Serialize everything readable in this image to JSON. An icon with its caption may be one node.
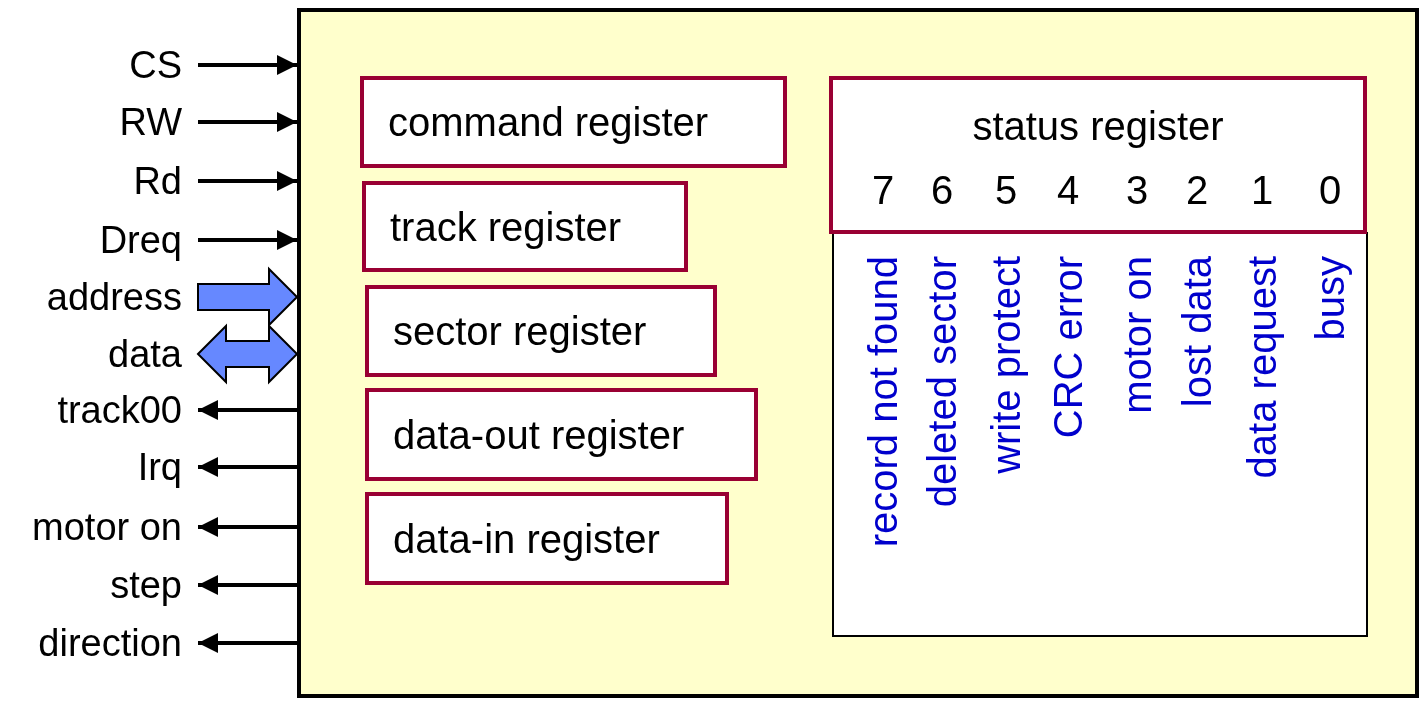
{
  "diagram": {
    "nodes": [
      {
        "text": [],
        "shape": "box"
      },
      {
        "text": [
          "command register"
        ],
        "in": 0
      },
      {
        "text": [
          "track register"
        ],
        "in": 0
      },
      {
        "text": [
          "sector register"
        ],
        "in": 0
      },
      {
        "text": [
          "data-out register"
        ],
        "in": 0
      },
      {
        "text": [
          "data-in register"
        ],
        "in": 0
      },
      {
        "text": [
          "status register"
        ],
        "in": 0
      },
      {
        "text": [
          "record not found",
          "deleted sector",
          "write protect",
          "CRC error",
          "motor on",
          "lost data",
          "data request",
          "busy"
        ],
        "in": 0
      },
      {
        "text": [
          "CS"
        ]
      },
      {
        "text": [
          "RW"
        ]
      },
      {
        "text": [
          "Rd"
        ]
      },
      {
        "text": [
          "Dreq"
        ]
      },
      {
        "text": [
          "address"
        ]
      },
      {
        "text": [
          "data"
        ]
      },
      {
        "text": [
          "track00"
        ]
      },
      {
        "text": [
          "Irq"
        ]
      },
      {
        "text": [
          "motor on"
        ]
      },
      {
        "text": [
          "step"
        ]
      },
      {
        "text": [
          "direction"
        ]
      }
    ],
    "edges": [
      {
        "from": 8,
        "to": 0,
        "arrow": "to"
      },
      {
        "from": 9,
        "to": 0,
        "arrow": "to"
      },
      {
        "from": 10,
        "to": 0,
        "arrow": "to"
      },
      {
        "from": 11,
        "to": 0,
        "arrow": "to"
      },
      {
        "from": 12,
        "to": 0,
        "arrow": "to",
        "style": "thick",
        "color": "#6688ff"
      },
      {
        "from": 13,
        "to": 0,
        "arrow": "both",
        "style": "thick",
        "color": "#6688ff"
      },
      {
        "from": 0,
        "to": 14,
        "arrow": "to"
      },
      {
        "from": 0,
        "to": 15,
        "arrow": "to"
      },
      {
        "from": 0,
        "to": 16,
        "arrow": "to"
      },
      {
        "from": 0,
        "to": 17,
        "arrow": "to"
      },
      {
        "from": 0,
        "to": 18,
        "arrow": "to"
      }
    ],
    "labels": [
      "7",
      "6",
      "5",
      "4",
      "3",
      "2",
      "1",
      "0"
    ]
  }
}
